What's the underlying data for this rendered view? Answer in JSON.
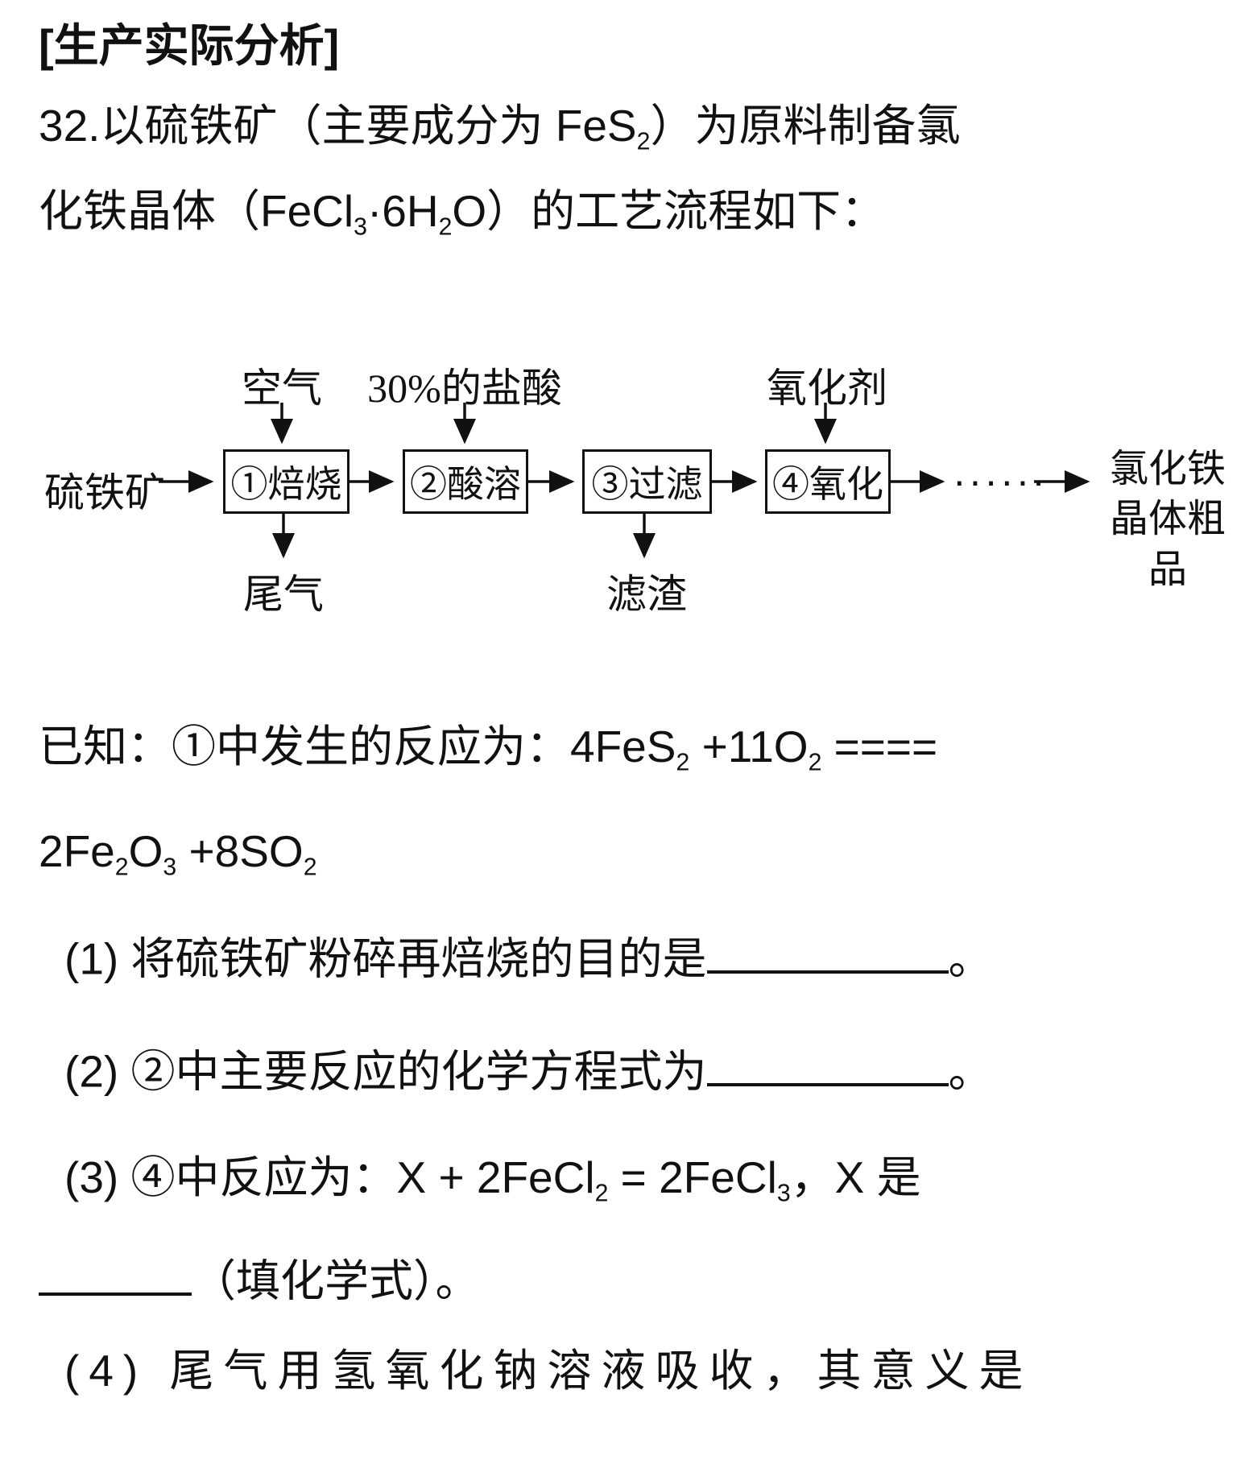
{
  "title": "[生产实际分析]",
  "intro": {
    "line1": {
      "a": "32.以硫铁矿（主要成分为 FeS",
      "a_sub": "2",
      "b": "）为原料制备氯"
    },
    "line2": {
      "a": "化铁晶体（FeCl",
      "a_sub": "3",
      "b": "·6H",
      "b_sub": "2",
      "c": "O）的工艺流程如下："
    }
  },
  "diagram": {
    "feed": "硫铁矿",
    "inputs": {
      "air": "空气",
      "acid": "30%的盐酸",
      "oxidant": "氧化剂"
    },
    "steps": {
      "s1": "①焙烧",
      "s2": "②酸溶",
      "s3": "③过滤",
      "s4": "④氧化"
    },
    "ellipsis": "······",
    "product_line1": "氯化铁",
    "product_line2": "晶体粗品",
    "offgas": "尾气",
    "residue": "滤渣"
  },
  "known": {
    "line1": {
      "a": "已知：①中发生的反应为：4FeS",
      "a_sub": "2",
      "b": " +11O",
      "b_sub": "2",
      "c": " ===="
    },
    "line2": {
      "a": "2Fe",
      "a_sub": "2",
      "b": "O",
      "b_sub": "3",
      "c": " +8SO",
      "c_sub": "2"
    }
  },
  "questions": {
    "q1": {
      "pre": "(1) 将硫铁矿粉碎再焙烧的目的是",
      "post": "。"
    },
    "q2": {
      "pre": "(2) ②中主要反应的化学方程式为",
      "post": "。"
    },
    "q3": {
      "line1": {
        "a": "(3) ④中反应为：X + 2FeCl",
        "a_sub": "2",
        "b": " = 2FeCl",
        "b_sub": "3",
        "c": "，X 是"
      },
      "line2": {
        "suffix": "（填化学式）。"
      }
    },
    "q4": {
      "text": "(4) 尾气用氢氧化钠溶液吸收，其意义是"
    }
  },
  "colors": {
    "ink": "#111111",
    "background": "#ffffff"
  }
}
